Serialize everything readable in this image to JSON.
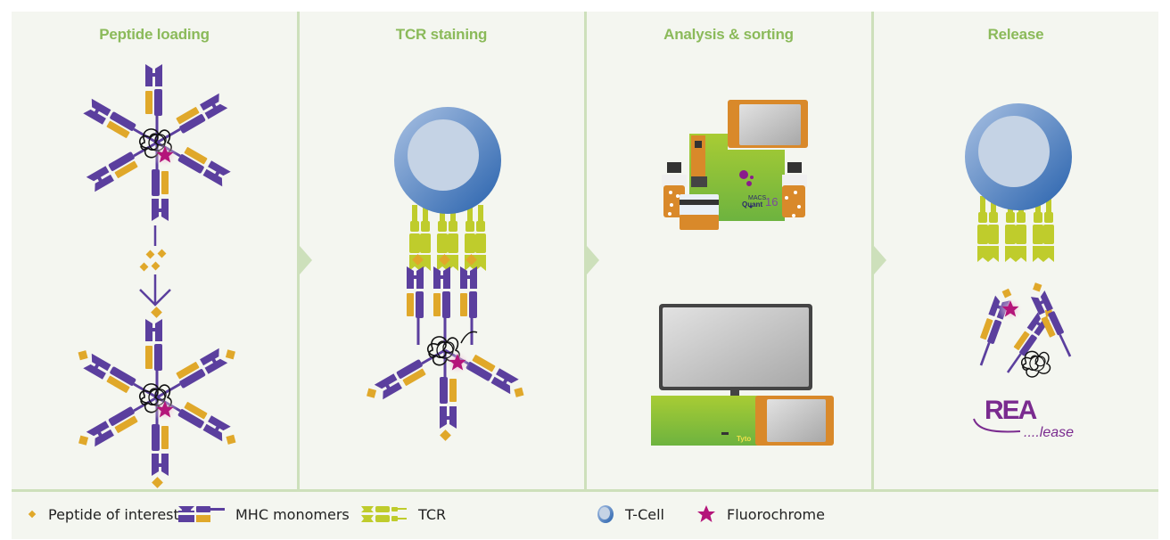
{
  "stages": [
    {
      "title": "Peptide loading"
    },
    {
      "title": "TCR staining"
    },
    {
      "title": "Analysis & sorting"
    },
    {
      "title": "Release"
    }
  ],
  "devices": {
    "flow_cytometer_brand": "MACS",
    "flow_cytometer_model": "Quant",
    "flow_cytometer_number": "16",
    "sorter_brand": "Tyto"
  },
  "release_logo": {
    "main": "REA",
    "sub": "....lease"
  },
  "legend": [
    {
      "label": "Peptide of interest",
      "icon": "peptide-diamond-icon"
    },
    {
      "label": "MHC monomers",
      "icon": "mhc-monomer-icon"
    },
    {
      "label": "TCR",
      "icon": "tcr-icon"
    },
    {
      "label": "T-Cell",
      "icon": "t-cell-icon"
    },
    {
      "label": "Fluorochrome",
      "icon": "fluorochrome-star-icon"
    }
  ],
  "colors": {
    "title_green": "#8bba5a",
    "mhc_purple": "#5b3f9e",
    "peptide_gold": "#e0a82a",
    "tcr_yellowgreen": "#bfcc2c",
    "tcell_blue": "#3a6db5",
    "fluoro_magenta": "#b4157a",
    "device_orange": "#d9892a",
    "device_green": "#8cc63f"
  }
}
